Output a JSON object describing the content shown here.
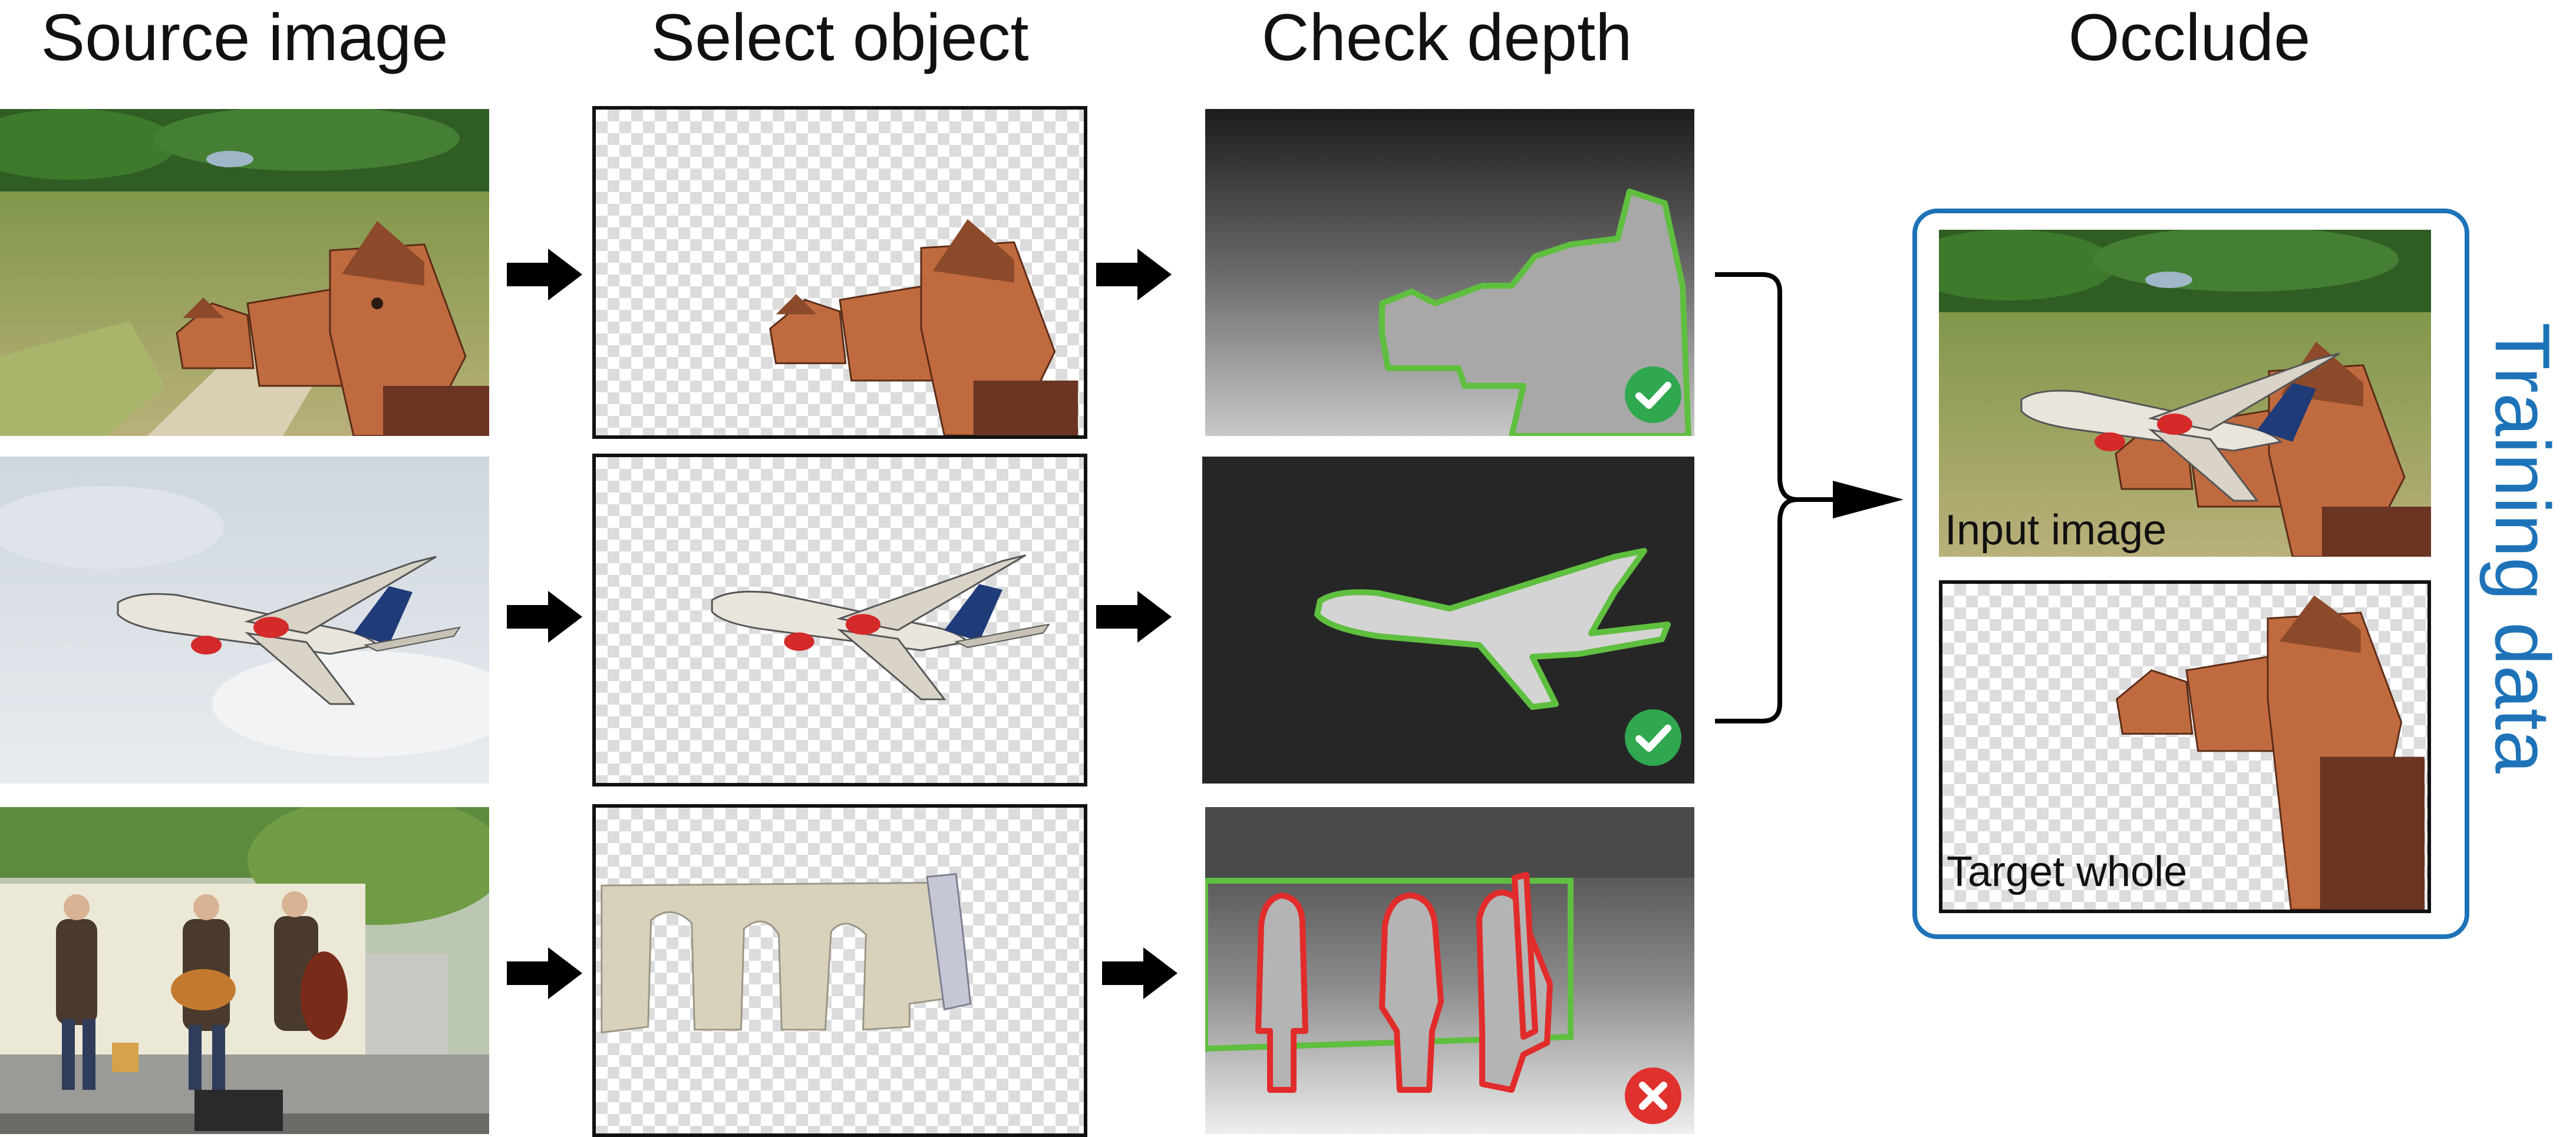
{
  "columns": {
    "source": "Source image",
    "select": "Select object",
    "depth": "Check depth",
    "occlude": "Occlude"
  },
  "training": {
    "title": "Training data",
    "input_label": "Input image",
    "target_label": "Target whole"
  },
  "colors": {
    "frame": "#111111",
    "accent": "#1e73b8",
    "valid_outline": "#5fbf3f",
    "invalid_outline": "#e22b2b",
    "check_badge": "#2fa84f",
    "cross_badge": "#e0312f"
  },
  "rows": [
    {
      "subject": "castle",
      "depth_status": "valid"
    },
    {
      "subject": "airplane",
      "depth_status": "valid"
    },
    {
      "subject": "street-musicians",
      "depth_status": "invalid"
    }
  ],
  "icons": {
    "arrow": "right-arrow-icon",
    "bracket": "merge-bracket-icon",
    "valid": "check-badge-icon",
    "invalid": "cross-badge-icon"
  }
}
